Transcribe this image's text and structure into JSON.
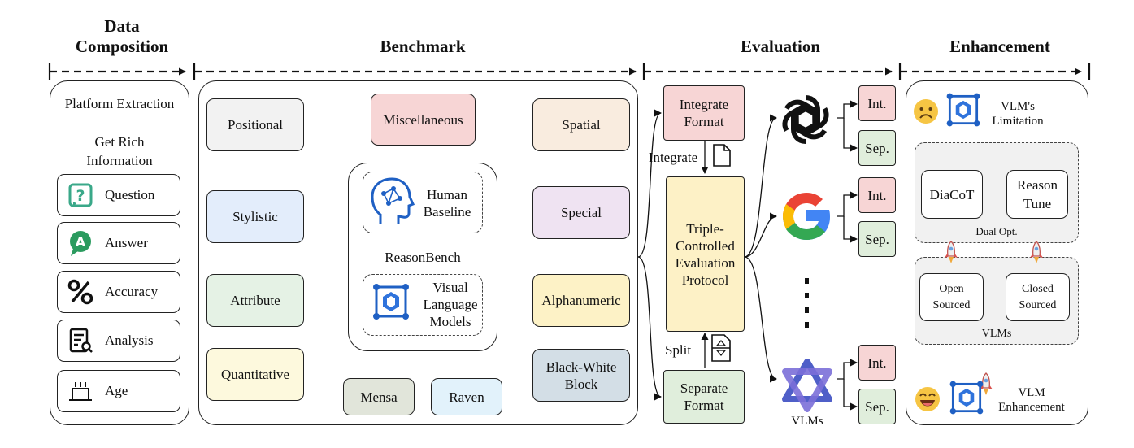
{
  "headers": {
    "data_composition": [
      "Data",
      "Composition"
    ],
    "benchmark": "Benchmark",
    "evaluation": "Evaluation",
    "enhancement": "Enhancement"
  },
  "data_composition": {
    "platform_extraction": "Platform Extraction",
    "rich_info": [
      "Get Rich",
      "Information"
    ],
    "items": [
      {
        "label": "Question",
        "icon": "question-icon"
      },
      {
        "label": "Answer",
        "icon": "answer-icon"
      },
      {
        "label": "Accuracy",
        "icon": "percent-icon"
      },
      {
        "label": "Analysis",
        "icon": "analysis-icon"
      },
      {
        "label": "Age",
        "icon": "cake-icon"
      }
    ]
  },
  "benchmark": {
    "center": "ReasonBench",
    "human_baseline": [
      "Human",
      "Baseline"
    ],
    "vlm": [
      "Visual",
      "Language",
      "Models"
    ],
    "categories": {
      "positional": {
        "label": "Positional",
        "color": "#f2f2f2"
      },
      "stylistic": {
        "label": "Stylistic",
        "color": "#e3edfb"
      },
      "attribute": {
        "label": "Attribute",
        "color": "#e5f2e5"
      },
      "quantitative": {
        "label": "Quantitative",
        "color": "#fdf9dd"
      },
      "miscellaneous": {
        "label": "Miscellaneous",
        "color": "#f7d5d5"
      },
      "spatial": {
        "label": "Spatial",
        "color": "#f9ecdf"
      },
      "special": {
        "label": "Special",
        "color": "#efe3f2"
      },
      "alphanumeric": {
        "label": "Alphanumeric",
        "color": "#fdf2c6"
      },
      "black_white": {
        "label": [
          "Black-White",
          "Block"
        ],
        "color": "#d3dee6"
      },
      "mensa": {
        "label": "Mensa",
        "color": "#e1e5da"
      },
      "raven": {
        "label": "Raven",
        "color": "#e2f2fb"
      }
    }
  },
  "evaluation": {
    "integrate_format": [
      "Integrate",
      "Format"
    ],
    "separate_format": [
      "Separate",
      "Format"
    ],
    "protocol": [
      "Triple-",
      "Controlled",
      "Evaluation",
      "Protocol"
    ],
    "integrate_label": "Integrate",
    "split_label": "Split",
    "int_label": "Int.",
    "sep_label": "Sep.",
    "vlms_label": "VLMs",
    "colors": {
      "integrate": "#f7d5d5",
      "separate": "#e0eedc",
      "protocol": "#fdf1c6"
    }
  },
  "enhancement": {
    "limitation": [
      "VLM's",
      "Limitation"
    ],
    "diacot": "DiaCoT",
    "reason_tune": [
      "Reason",
      "Tune"
    ],
    "dual_opt": "Dual Opt.",
    "open_sourced": [
      "Open",
      "Sourced"
    ],
    "closed_sourced": [
      "Closed",
      "Sourced"
    ],
    "vlms": "VLMs",
    "vlm_enhancement": [
      "VLM",
      "Enhancement"
    ]
  }
}
